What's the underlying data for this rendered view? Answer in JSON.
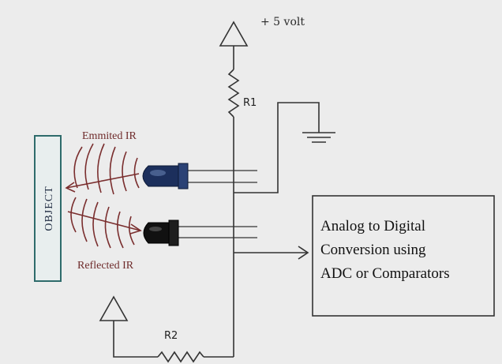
{
  "supply": {
    "label": "+ 5 volt"
  },
  "resistors": {
    "r1": "R1",
    "r2": "R2"
  },
  "object": {
    "label": "OBJECT"
  },
  "ir": {
    "emitted": "Emmited IR",
    "reflected": "Reflected IR"
  },
  "adc": {
    "line1": "Analog to Digital",
    "line2": "Conversion using",
    "line3": "ADC or Comparators"
  },
  "colors": {
    "emitter_led": "#1c2f5c",
    "receiver_led": "#111111",
    "ir_waves": "#7a2e2e",
    "object_box": "#2e6b6b",
    "background": "#ececec"
  }
}
